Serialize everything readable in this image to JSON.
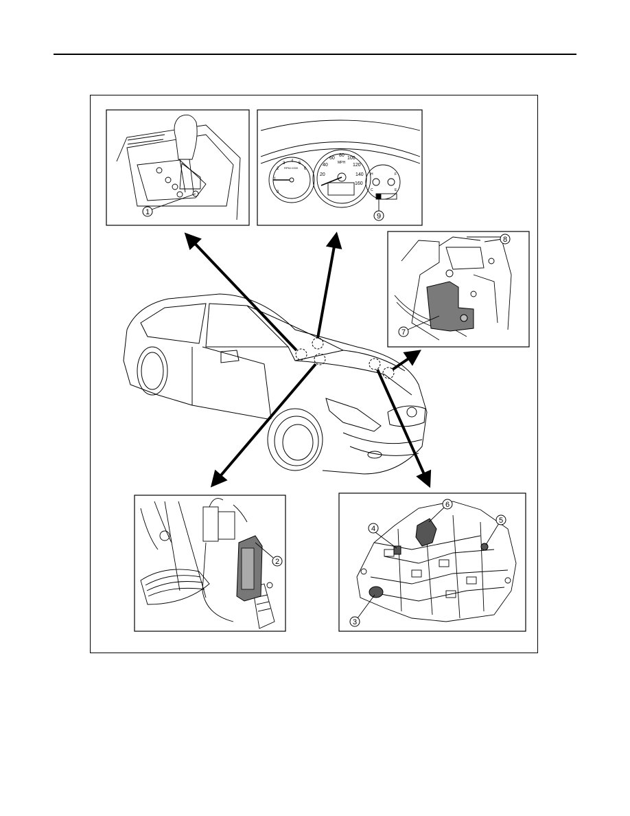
{
  "diagram": {
    "callouts": [
      "1",
      "2",
      "3",
      "4",
      "5",
      "6",
      "7",
      "8",
      "9"
    ],
    "speedometer_ticks": [
      "20",
      "40",
      "60",
      "80",
      "100",
      "120",
      "140",
      "160"
    ],
    "speedometer_unit": "MPH",
    "tachometer_ticks": [
      "0",
      "1",
      "2",
      "3",
      "4",
      "5",
      "6"
    ],
    "tachometer_unit": "RPM×1000",
    "right_gauge_marks": [
      "H",
      "C",
      "F",
      "E"
    ]
  }
}
